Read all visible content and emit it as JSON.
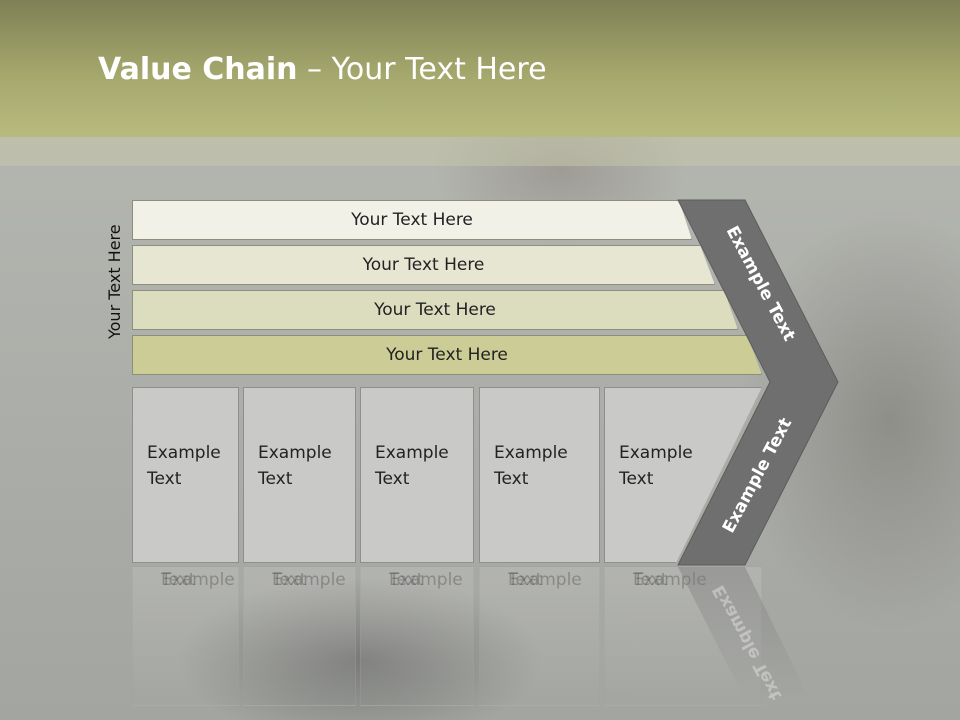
{
  "title": {
    "bold": "Value Chain",
    "rest": " – Your Text Here"
  },
  "side_label": "Your Text Here",
  "bars": [
    "Your Text Here",
    "Your Text Here",
    "Your Text Here",
    "Your Text Here"
  ],
  "columns": [
    {
      "line1": "Example",
      "line2": "Text"
    },
    {
      "line1": "Example",
      "line2": "Text"
    },
    {
      "line1": "Example",
      "line2": "Text"
    },
    {
      "line1": "Example",
      "line2": "Text"
    },
    {
      "line1": "Example",
      "line2": "Text"
    }
  ],
  "chevron_top": "Example Text",
  "chevron_bottom": "Example Text",
  "colors": {
    "title_band": "#a5a86d",
    "chevron": "#6f6f6f",
    "bar_light": "#f1f1e8",
    "bar_dark": "#cbcc96"
  }
}
